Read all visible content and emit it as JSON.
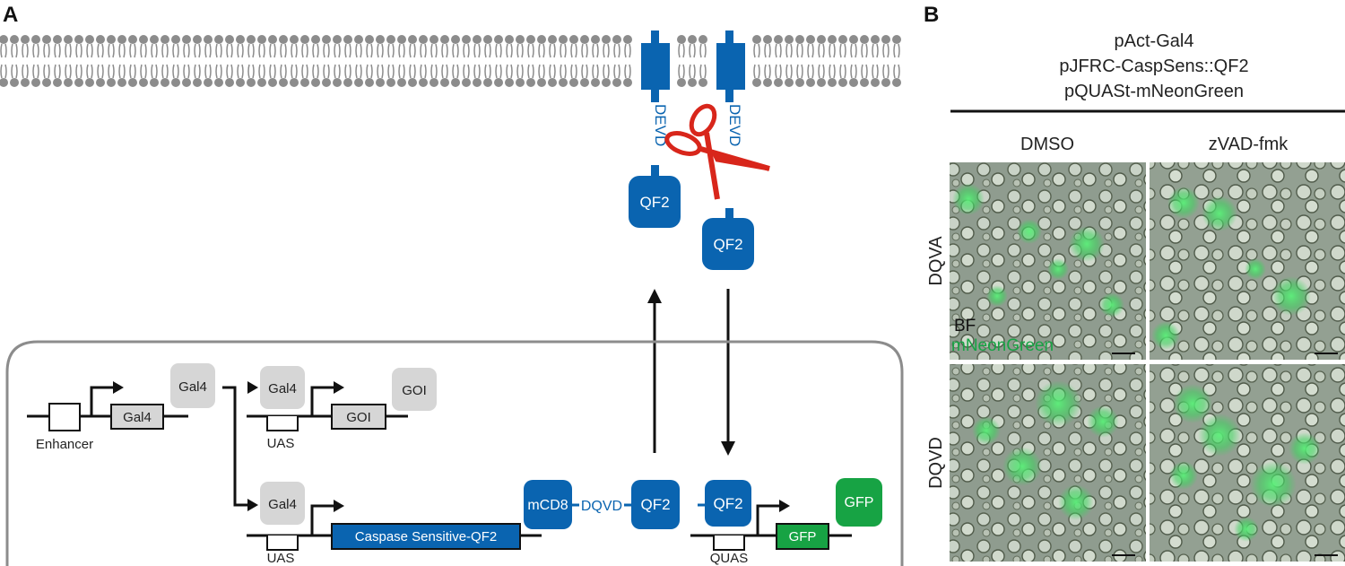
{
  "panel_a": {
    "label": "A",
    "devd_label": "DEVD",
    "qf2_label": "QF2",
    "enhancer_label": "Enhancer",
    "gal4_gene": "Gal4",
    "gal4_protein": "Gal4",
    "uas_label": "UAS",
    "goi_gene": "GOI",
    "goi_protein": "GOI",
    "caspase_construct": "Caspase Sensitive-QF2",
    "mcd8_label": "mCD8",
    "dqvd_label": "DQVD",
    "quas_label": "QUAS",
    "gfp_gene": "GFP",
    "gfp_protein": "GFP"
  },
  "panel_b": {
    "label": "B",
    "genotype_line1": "pAct-Gal4",
    "genotype_line2": "pJFRC-CaspSens::QF2",
    "genotype_line3": "pQUASt-mNeonGreen",
    "col1": "DMSO",
    "col2": "zVAD-fmk",
    "row1": "DQVA",
    "row2": "DQVD",
    "legend_bf": "BF",
    "legend_green": "mNeonGreen"
  },
  "colors": {
    "blue": "#0a64b0",
    "red": "#d8261b",
    "green": "#17a344",
    "gray_protein": "#d6d6d6",
    "membrane": "#8c8c8c"
  }
}
